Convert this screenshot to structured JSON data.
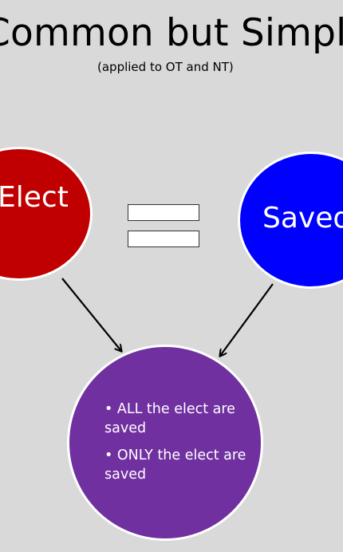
{
  "slide": {
    "title": "Common but Simplis",
    "subtitle": "(applied to OT and NT)"
  },
  "diagram": {
    "left_circle": {
      "label": "Elect",
      "color": "#c00000"
    },
    "right_circle": {
      "label": "Saved",
      "color": "#0000ff"
    },
    "operator": "equals",
    "result_circle": {
      "color": "#7030a0",
      "bullets": [
        "• ALL the elect are saved",
        "• ONLY the elect are saved"
      ]
    }
  }
}
